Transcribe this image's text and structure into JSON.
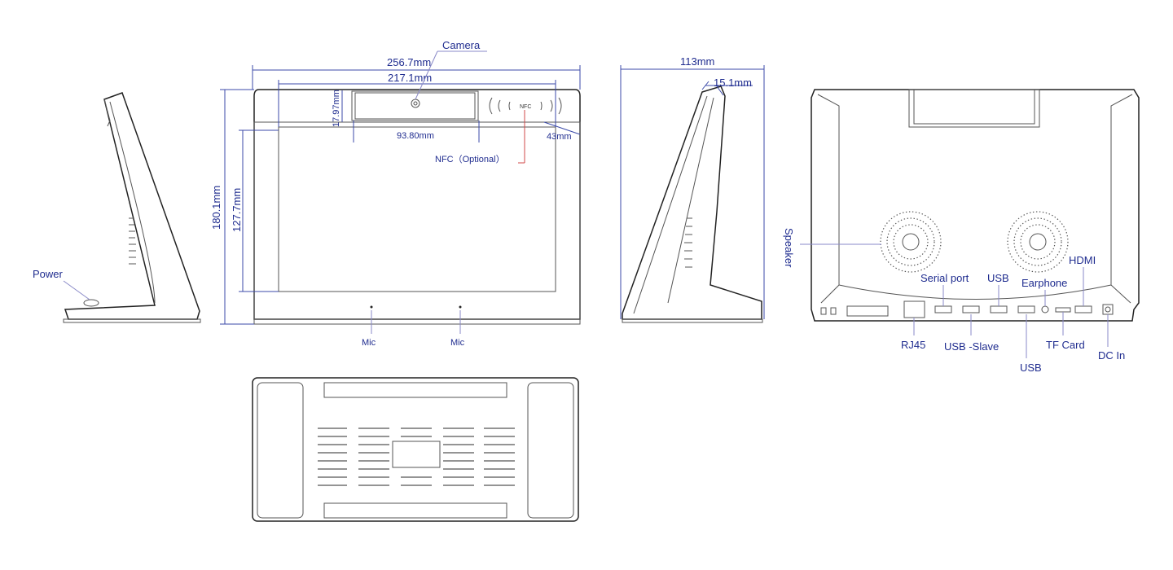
{
  "labels": {
    "camera": "Camera",
    "nfc_optional": "NFC（Optional）",
    "nfc_icon": "NFC",
    "mic_left": "Mic",
    "mic_right": "Mic",
    "power": "Power",
    "speaker": "Speaker",
    "serial_port": "Serial port",
    "usb_top": "USB",
    "earphone": "Earphone",
    "hdmi": "HDMI",
    "rj45": "RJ45",
    "usb_slave": "USB -Slave",
    "usb_bottom": "USB",
    "tf_card": "TF Card",
    "dc_in": "DC In"
  },
  "dimensions": {
    "overall_width": "256.7mm",
    "screen_width": "217.1mm",
    "camera_height": "17.97mm",
    "camera_offset": "93.80mm",
    "nfc_offset": "43mm",
    "overall_height": "180.1mm",
    "screen_height": "127.7mm",
    "depth": "113mm",
    "thickness": "15.1mm"
  }
}
